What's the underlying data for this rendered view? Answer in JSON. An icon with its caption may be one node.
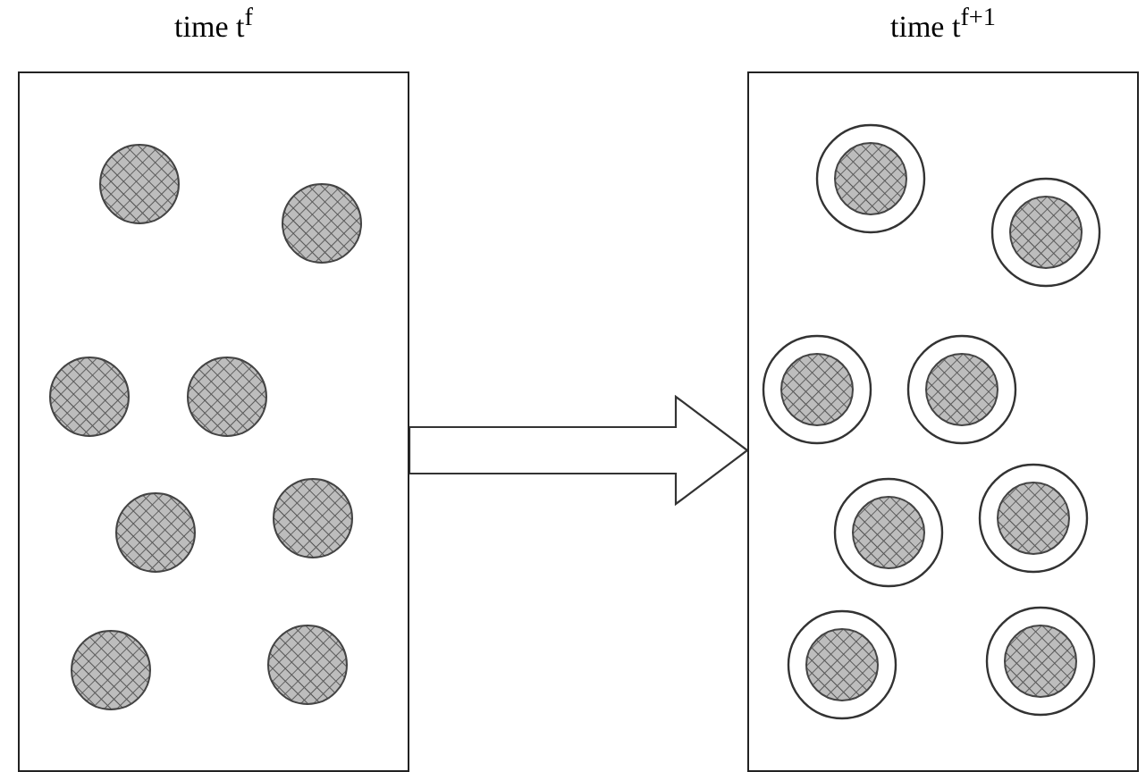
{
  "diagram": {
    "nodes": [
      {
        "text": [
          "time t$^{f}$"
        ]
      },
      {
        "text": [],
        "shape": "circle",
        "in": 0
      },
      {
        "text": [],
        "shape": "circle",
        "in": 0
      },
      {
        "text": [],
        "shape": "circle",
        "in": 0
      },
      {
        "text": [],
        "shape": "circle",
        "in": 0
      },
      {
        "text": [],
        "shape": "circle",
        "in": 0
      },
      {
        "text": [],
        "shape": "circle",
        "in": 0
      },
      {
        "text": [],
        "shape": "circle",
        "in": 0
      },
      {
        "text": [],
        "shape": "circle",
        "in": 0
      },
      {
        "text": [
          "time t$^{f+1}$"
        ]
      },
      {
        "text": [],
        "shape": "circle",
        "in": 9
      },
      {
        "text": [],
        "shape": "circle",
        "in": 9
      },
      {
        "text": [],
        "shape": "circle",
        "in": 9
      },
      {
        "text": [],
        "shape": "circle",
        "in": 9
      },
      {
        "text": [],
        "shape": "circle",
        "in": 9
      },
      {
        "text": [],
        "shape": "circle",
        "in": 9
      },
      {
        "text": [],
        "shape": "circle",
        "in": 9
      },
      {
        "text": [],
        "shape": "circle",
        "in": 9
      }
    ],
    "edges": [
      {
        "from": 0,
        "to": 9,
        "arrow": "to"
      }
    ]
  }
}
